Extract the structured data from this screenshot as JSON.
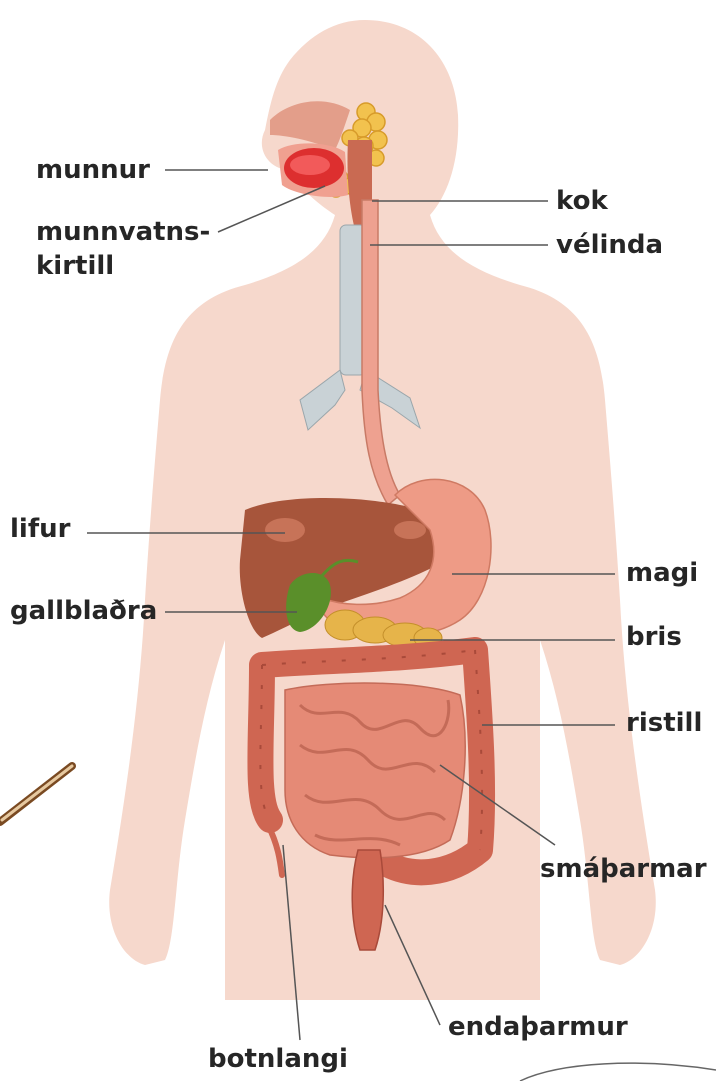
{
  "labels": {
    "munnur": "munnur",
    "munnvatns_1": "munnvatns-",
    "munnvatns_2": "kirtill",
    "kok": "kok",
    "velinda": "vélinda",
    "lifur": "lifur",
    "gallbladra": "gallblaðra",
    "magi": "magi",
    "bris": "bris",
    "ristill": "ristill",
    "smatharmar": "smáþarmar",
    "endatharmur": "endaþarmur",
    "botnlangi": "botnlangi"
  },
  "colors": {
    "body": "#f6d8cc",
    "leader": "#555555",
    "liver": "#a7553b",
    "gallbladder": "#5a8f2a",
    "stomach": "#ee9b86",
    "pancreas": "#e6b44a",
    "colon": "#cf6652",
    "small_intestine": "#e58a76",
    "trachea": "#c9d2d6",
    "mouth": "#dd2f2f"
  }
}
